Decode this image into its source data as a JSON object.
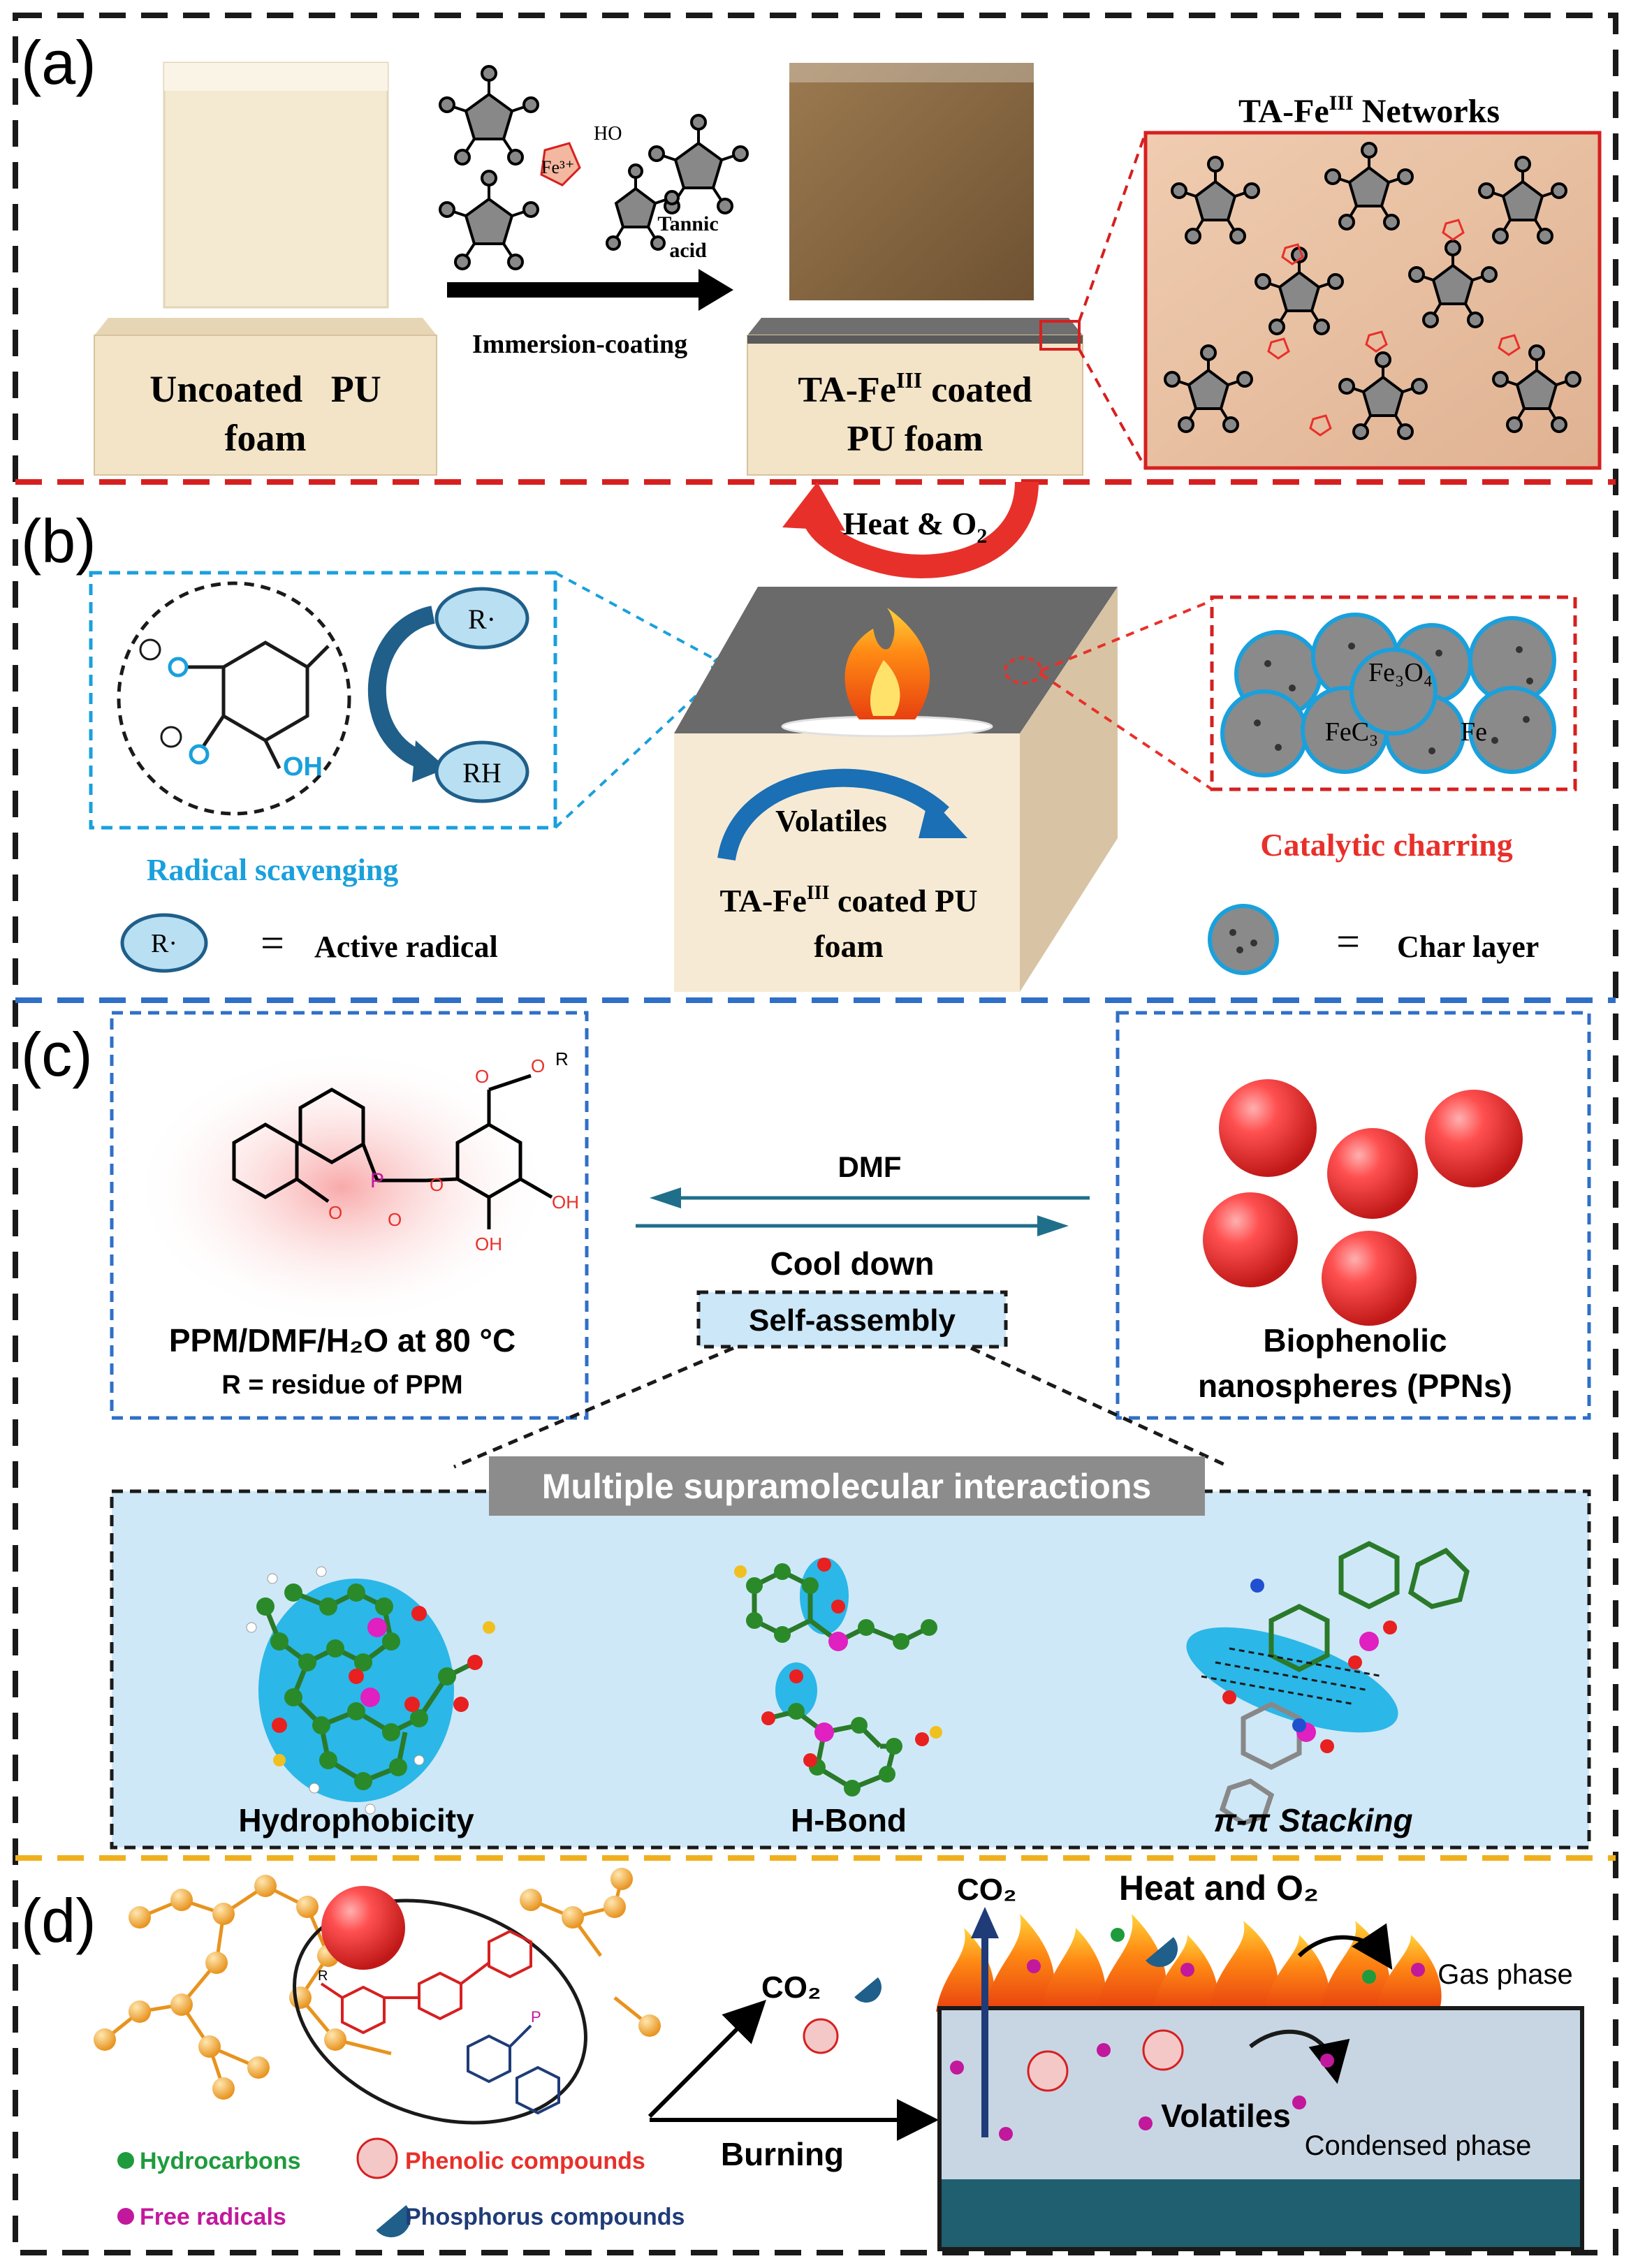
{
  "panels": {
    "a": {
      "label": "(a)",
      "foam_uncoated_line1": "Uncoated   PU",
      "foam_uncoated_line2": "foam",
      "arrow_label": "Immersion-coating",
      "tannic_line1": "Tannic",
      "tannic_line2": "acid",
      "fe_label": "Fe³⁺",
      "ho_label": "HO",
      "coated_line1": "TA-Fe",
      "coated_sup": "III",
      "coated_line1_tail": " coated",
      "coated_line2": "PU foam",
      "network_title": "TA-Fe",
      "network_sup": "III",
      "network_title_tail": " Networks"
    },
    "b": {
      "label": "(b)",
      "heat_label": "Heat & O",
      "heat_sub": "2",
      "radical_r": "R·",
      "radical_rh": "RH",
      "volatiles": "Volatiles",
      "foam_line1": "TA-Fe",
      "foam_sup": "III",
      "foam_line1_tail": " coated PU",
      "foam_line2": "foam",
      "radical_scavenging": "Radical scavenging",
      "legend_radical_symbol": "R·",
      "legend_equals": "=",
      "legend_active_radical": "Active radical",
      "catalytic_charring": "Catalytic charring",
      "legend_char_layer": "Char layer",
      "char_fe3o4": "Fe₃O₄",
      "char_fec3": "FeC₃",
      "char_fe": "Fe"
    },
    "c": {
      "label": "(c)",
      "dmf": "DMF",
      "cool_down": "Cool down",
      "self_assembly": "Self-assembly",
      "ppm_line1": "PPM/DMF/H₂O at 80 °C",
      "ppm_line2": "R = residue of PPM",
      "ppn_line1": "Biophenolic",
      "ppn_line2": "nanospheres (PPNs)",
      "supra_title": "Multiple supramolecular interactions",
      "hydrophobicity": "Hydrophobicity",
      "h_bond": "H-Bond",
      "pi_stacking": "π-π Stacking"
    },
    "d": {
      "label": "(d)",
      "co2_left": "CO₂",
      "burning": "Burning",
      "co2_right": "CO₂",
      "heat_o2": "Heat and O₂",
      "gas_phase": "Gas phase",
      "volatiles": "Volatiles",
      "condensed_phase": "Condensed phase",
      "legend_hydrocarbons": "Hydrocarbons",
      "legend_phenolic": "Phenolic compounds",
      "legend_free_radicals": "Free radicals",
      "legend_phosphorus": "Phosphorus compounds"
    }
  },
  "colors": {
    "border_black": "#1a1a1a",
    "divider_red": "#d62020",
    "divider_blue": "#2f6fc7",
    "divider_orange": "#f0b01e",
    "cyan": "#1aa0dc",
    "red_text": "#e8302a",
    "green_text": "#1e9b3c",
    "magenta_text": "#c2189c",
    "navy_text": "#1f3c78",
    "foam_beige": "#f3e4c8",
    "foam_dark": "#8a6a44"
  }
}
